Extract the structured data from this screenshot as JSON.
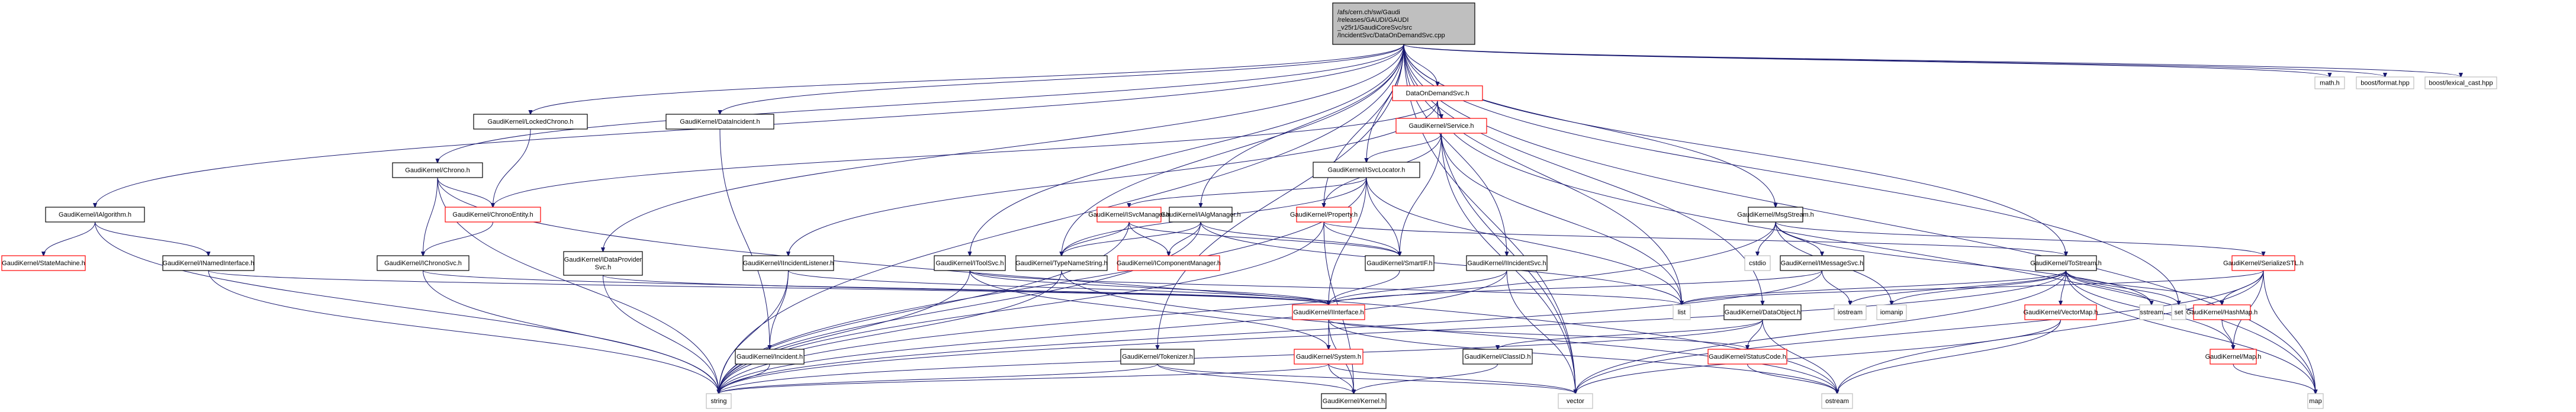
{
  "title": "Include dependency graph for DataOnDemandSvc.cpp",
  "colors": {
    "edge": "#191970",
    "root_fill": "#bfbfbf",
    "root_border": "#000000",
    "local_border": "#000000",
    "truncated_border": "#ff0000",
    "system_border": "#bfbfbf",
    "fill": "#ffffff"
  },
  "nodes": [
    {
      "id": "root",
      "kind": "root",
      "lines": [
        "/afs/cern.ch/sw/Gaudi",
        "/releases/GAUDI/GAUDI",
        "_v25r1/GaudiCoreSvc/src",
        "/IncidentSvc/DataOnDemandSvc.cpp"
      ]
    },
    {
      "id": "dods_h",
      "kind": "truncated",
      "lines": [
        "DataOnDemandSvc.h"
      ]
    },
    {
      "id": "service",
      "kind": "truncated",
      "lines": [
        "GaudiKernel/Service.h"
      ]
    },
    {
      "id": "lockedchrono",
      "kind": "local",
      "lines": [
        "GaudiKernel/LockedChrono.h"
      ]
    },
    {
      "id": "dataincident",
      "kind": "local",
      "lines": [
        "GaudiKernel/DataIncident.h"
      ]
    },
    {
      "id": "chrono",
      "kind": "local",
      "lines": [
        "GaudiKernel/Chrono.h"
      ]
    },
    {
      "id": "isvclocator",
      "kind": "local",
      "lines": [
        "GaudiKernel/ISvcLocator.h"
      ]
    },
    {
      "id": "ialgorithm",
      "kind": "local",
      "lines": [
        "GaudiKernel/IAlgorithm.h"
      ]
    },
    {
      "id": "chronoentity",
      "kind": "truncated",
      "lines": [
        "GaudiKernel/ChronoEntity.h"
      ]
    },
    {
      "id": "isvcmanager",
      "kind": "truncated",
      "lines": [
        "GaudiKernel/ISvcManager.h"
      ]
    },
    {
      "id": "ialgmanager",
      "kind": "local",
      "lines": [
        "GaudiKernel/IAlgManager.h"
      ]
    },
    {
      "id": "property",
      "kind": "truncated",
      "lines": [
        "GaudiKernel/Property.h"
      ]
    },
    {
      "id": "msgstream",
      "kind": "local",
      "lines": [
        "GaudiKernel/MsgStream.h"
      ]
    },
    {
      "id": "statemachine",
      "kind": "truncated",
      "lines": [
        "GaudiKernel/StateMachine.h"
      ]
    },
    {
      "id": "inamedinterface",
      "kind": "local",
      "lines": [
        "GaudiKernel/INamedInterface.h"
      ]
    },
    {
      "id": "ichronosvc",
      "kind": "local",
      "lines": [
        "GaudiKernel/IChronoSvc.h"
      ]
    },
    {
      "id": "idataprovidersvc",
      "kind": "local",
      "lines": [
        "GaudiKernel/IDataProvider",
        "Svc.h"
      ]
    },
    {
      "id": "iincidentlistener",
      "kind": "local",
      "lines": [
        "GaudiKernel/IIncidentListener.h"
      ]
    },
    {
      "id": "itoolsvc",
      "kind": "local",
      "lines": [
        "GaudiKernel/IToolSvc.h"
      ]
    },
    {
      "id": "typenamestring",
      "kind": "local",
      "lines": [
        "GaudiKernel/TypeNameString.h"
      ]
    },
    {
      "id": "icomponentmanager",
      "kind": "truncated",
      "lines": [
        "GaudiKernel/IComponentManager.h"
      ]
    },
    {
      "id": "smartif",
      "kind": "local",
      "lines": [
        "GaudiKernel/SmartIF.h"
      ]
    },
    {
      "id": "iincidentsvc",
      "kind": "local",
      "lines": [
        "GaudiKernel/IIncidentSvc.h"
      ]
    },
    {
      "id": "cstdio",
      "kind": "system",
      "lines": [
        "cstdio"
      ]
    },
    {
      "id": "imessagesvc",
      "kind": "local",
      "lines": [
        "GaudiKernel/IMessageSvc.h"
      ]
    },
    {
      "id": "tostream",
      "kind": "local",
      "lines": [
        "GaudiKernel/ToStream.h"
      ]
    },
    {
      "id": "serializestl",
      "kind": "truncated",
      "lines": [
        "GaudiKernel/SerializeSTL.h"
      ]
    },
    {
      "id": "iinterface",
      "kind": "truncated",
      "lines": [
        "GaudiKernel/IInterface.h"
      ]
    },
    {
      "id": "list",
      "kind": "system",
      "lines": [
        "list"
      ]
    },
    {
      "id": "dataobject",
      "kind": "local",
      "lines": [
        "GaudiKernel/DataObject.h"
      ]
    },
    {
      "id": "iostream",
      "kind": "system",
      "lines": [
        "iostream"
      ]
    },
    {
      "id": "iomanip",
      "kind": "system",
      "lines": [
        "iomanip"
      ]
    },
    {
      "id": "vectormap",
      "kind": "truncated",
      "lines": [
        "GaudiKernel/VectorMap.h"
      ]
    },
    {
      "id": "sstream",
      "kind": "system",
      "lines": [
        "sstream"
      ]
    },
    {
      "id": "set",
      "kind": "system",
      "lines": [
        "set"
      ]
    },
    {
      "id": "hashmap",
      "kind": "truncated",
      "lines": [
        "GaudiKernel/HashMap.h"
      ]
    },
    {
      "id": "incident",
      "kind": "local",
      "lines": [
        "GaudiKernel/Incident.h"
      ]
    },
    {
      "id": "tokenizer",
      "kind": "local",
      "lines": [
        "GaudiKernel/Tokenizer.h"
      ]
    },
    {
      "id": "system",
      "kind": "truncated",
      "lines": [
        "GaudiKernel/System.h"
      ]
    },
    {
      "id": "classid",
      "kind": "local",
      "lines": [
        "GaudiKernel/ClassID.h"
      ]
    },
    {
      "id": "statuscode",
      "kind": "truncated",
      "lines": [
        "GaudiKernel/StatusCode.h"
      ]
    },
    {
      "id": "maph",
      "kind": "truncated",
      "lines": [
        "GaudiKernel/Map.h"
      ]
    },
    {
      "id": "string",
      "kind": "system",
      "lines": [
        "string"
      ]
    },
    {
      "id": "kernel",
      "kind": "local",
      "lines": [
        "GaudiKernel/Kernel.h"
      ]
    },
    {
      "id": "vector",
      "kind": "system",
      "lines": [
        "vector"
      ]
    },
    {
      "id": "ostream",
      "kind": "system",
      "lines": [
        "ostream"
      ]
    },
    {
      "id": "map",
      "kind": "system",
      "lines": [
        "map"
      ]
    },
    {
      "id": "mathh",
      "kind": "system",
      "lines": [
        "math.h"
      ]
    },
    {
      "id": "boostformat",
      "kind": "system",
      "lines": [
        "boost/format.hpp"
      ]
    },
    {
      "id": "boostlexical",
      "kind": "system",
      "lines": [
        "boost/lexical_cast.hpp"
      ]
    }
  ],
  "edges": [
    [
      "root",
      "dods_h"
    ],
    [
      "root",
      "ialgorithm"
    ],
    [
      "root",
      "lockedchrono"
    ],
    [
      "root",
      "chrono"
    ],
    [
      "root",
      "dataincident"
    ],
    [
      "root",
      "isvclocator"
    ],
    [
      "root",
      "ialgmanager"
    ],
    [
      "root",
      "property"
    ],
    [
      "root",
      "msgstream"
    ],
    [
      "root",
      "idataprovidersvc"
    ],
    [
      "root",
      "iincidentsvc"
    ],
    [
      "root",
      "itoolsvc"
    ],
    [
      "root",
      "typenamestring"
    ],
    [
      "root",
      "tokenizer"
    ],
    [
      "root",
      "dataobject"
    ],
    [
      "root",
      "tostream"
    ],
    [
      "root",
      "string"
    ],
    [
      "root",
      "vector"
    ],
    [
      "root",
      "set"
    ],
    [
      "root",
      "map"
    ],
    [
      "root",
      "list"
    ],
    [
      "root",
      "mathh"
    ],
    [
      "root",
      "boostformat"
    ],
    [
      "root",
      "boostlexical"
    ],
    [
      "dods_h",
      "service"
    ],
    [
      "dods_h",
      "chronoentity"
    ],
    [
      "dods_h",
      "iincidentlistener"
    ],
    [
      "dods_h",
      "map"
    ],
    [
      "dods_h",
      "vector"
    ],
    [
      "service",
      "isvclocator"
    ],
    [
      "service",
      "property"
    ],
    [
      "service",
      "smartif"
    ],
    [
      "service",
      "vector"
    ],
    [
      "service",
      "list"
    ],
    [
      "lockedchrono",
      "chronoentity"
    ],
    [
      "dataincident",
      "incident"
    ],
    [
      "chrono",
      "chronoentity"
    ],
    [
      "chrono",
      "ichronosvc"
    ],
    [
      "chrono",
      "string"
    ],
    [
      "chrono",
      "ostream"
    ],
    [
      "isvclocator",
      "isvcmanager"
    ],
    [
      "isvclocator",
      "iinterface"
    ],
    [
      "isvclocator",
      "smartif"
    ],
    [
      "isvclocator",
      "typenamestring"
    ],
    [
      "isvclocator",
      "string"
    ],
    [
      "isvclocator",
      "list"
    ],
    [
      "ialgorithm",
      "statemachine"
    ],
    [
      "ialgorithm",
      "inamedinterface"
    ],
    [
      "ialgorithm",
      "string"
    ],
    [
      "chronoentity",
      "ichronosvc"
    ],
    [
      "isvcmanager",
      "icomponentmanager"
    ],
    [
      "isvcmanager",
      "typenamestring"
    ],
    [
      "isvcmanager",
      "smartif"
    ],
    [
      "isvcmanager",
      "string"
    ],
    [
      "ialgmanager",
      "icomponentmanager"
    ],
    [
      "ialgmanager",
      "smartif"
    ],
    [
      "ialgmanager",
      "typenamestring"
    ],
    [
      "ialgmanager",
      "string"
    ],
    [
      "ialgmanager",
      "list"
    ],
    [
      "property",
      "smartif"
    ],
    [
      "property",
      "tostream"
    ],
    [
      "property",
      "kernel"
    ],
    [
      "property",
      "string"
    ],
    [
      "msgstream",
      "imessagesvc"
    ],
    [
      "msgstream",
      "serializestl"
    ],
    [
      "msgstream",
      "cstdio"
    ],
    [
      "msgstream",
      "iomanip"
    ],
    [
      "msgstream",
      "sstream"
    ],
    [
      "msgstream",
      "string"
    ],
    [
      "inamedinterface",
      "iinterface"
    ],
    [
      "inamedinterface",
      "string"
    ],
    [
      "ichronosvc",
      "iinterface"
    ],
    [
      "ichronosvc",
      "string"
    ],
    [
      "idataprovidersvc",
      "iinterface"
    ],
    [
      "idataprovidersvc",
      "string"
    ],
    [
      "iincidentlistener",
      "iinterface"
    ],
    [
      "iincidentlistener",
      "incident"
    ],
    [
      "iincidentlistener",
      "string"
    ],
    [
      "itoolsvc",
      "iinterface"
    ],
    [
      "itoolsvc",
      "system"
    ],
    [
      "itoolsvc",
      "string"
    ],
    [
      "itoolsvc",
      "list"
    ],
    [
      "typenamestring",
      "string"
    ],
    [
      "typenamestring",
      "ostream"
    ],
    [
      "smartif",
      "iinterface"
    ],
    [
      "iincidentsvc",
      "iinterface"
    ],
    [
      "iincidentsvc",
      "string"
    ],
    [
      "iincidentsvc",
      "vector"
    ],
    [
      "imessagesvc",
      "iinterface"
    ],
    [
      "imessagesvc",
      "iostream"
    ],
    [
      "imessagesvc",
      "string"
    ],
    [
      "tostream",
      "iostream"
    ],
    [
      "tostream",
      "iomanip"
    ],
    [
      "tostream",
      "vectormap"
    ],
    [
      "tostream",
      "hashmap"
    ],
    [
      "tostream",
      "maph"
    ],
    [
      "tostream",
      "sstream"
    ],
    [
      "tostream",
      "set"
    ],
    [
      "tostream",
      "list"
    ],
    [
      "tostream",
      "vector"
    ],
    [
      "tostream",
      "string"
    ],
    [
      "tostream",
      "map"
    ],
    [
      "serializestl",
      "hashmap"
    ],
    [
      "serializestl",
      "maph"
    ],
    [
      "serializestl",
      "map"
    ],
    [
      "serializestl",
      "vector"
    ],
    [
      "serializestl",
      "ostream"
    ],
    [
      "serializestl",
      "list"
    ],
    [
      "iinterface",
      "system"
    ],
    [
      "iinterface",
      "kernel"
    ],
    [
      "iinterface",
      "statuscode"
    ],
    [
      "iinterface",
      "ostream"
    ],
    [
      "dataobject",
      "classid"
    ],
    [
      "dataobject",
      "statuscode"
    ],
    [
      "dataobject",
      "ostream"
    ],
    [
      "dataobject",
      "string"
    ],
    [
      "vectormap",
      "vector"
    ],
    [
      "vectormap",
      "ostream"
    ],
    [
      "hashmap",
      "maph"
    ],
    [
      "incident",
      "string"
    ],
    [
      "tokenizer",
      "kernel"
    ],
    [
      "tokenizer",
      "string"
    ],
    [
      "tokenizer",
      "vector"
    ],
    [
      "system",
      "kernel"
    ],
    [
      "system",
      "string"
    ],
    [
      "system",
      "vector"
    ],
    [
      "classid",
      "kernel"
    ],
    [
      "statuscode",
      "ostream"
    ],
    [
      "maph",
      "map"
    ]
  ]
}
